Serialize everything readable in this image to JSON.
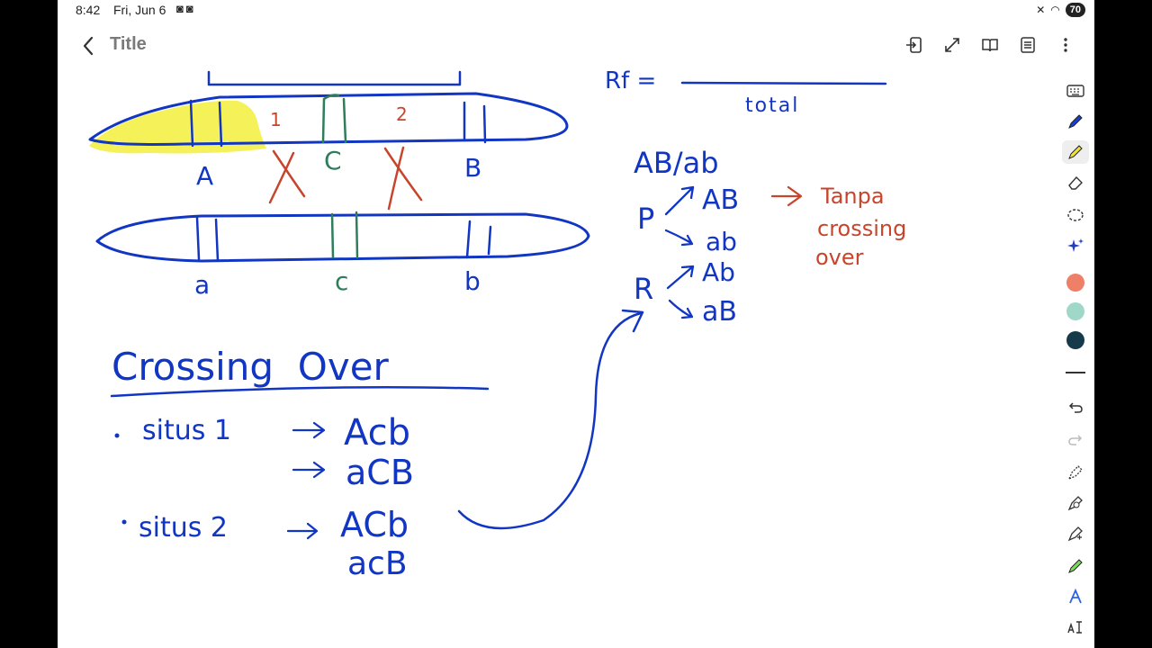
{
  "status_bar": {
    "time": "8:42",
    "date": "Fri, Jun 6",
    "battery": "70"
  },
  "header": {
    "title": "Title"
  },
  "notes": {
    "rf_lhs": "Rf =",
    "rf_denominator": "total",
    "chrom_labels_top": [
      "A",
      "C",
      "B"
    ],
    "chrom_labels_bottom": [
      "a",
      "c",
      "b"
    ],
    "region_numbers": [
      "1",
      "2"
    ],
    "genotype": "AB/ab",
    "p_label": "P",
    "p_gametes": [
      "AB",
      "ab"
    ],
    "r_label": "R",
    "r_gametes": [
      "Ab",
      "aB"
    ],
    "tanpa_lines": [
      "Tanpa",
      "crossing",
      "over"
    ],
    "heading": "Crossing  Over",
    "situs1_label": "situs 1",
    "situs1_results": [
      "Acb",
      "aCB"
    ],
    "situs2_label": "situs 2",
    "situs2_results": [
      "ACb",
      "acB"
    ]
  },
  "toolbar": {
    "tools": [
      "keyboard-icon",
      "pen-icon",
      "highlighter-icon",
      "eraser-icon",
      "lasso-icon",
      "sparkle-icon"
    ],
    "colors": [
      "#ee8068",
      "#9fd8c8",
      "#173a4a"
    ]
  }
}
